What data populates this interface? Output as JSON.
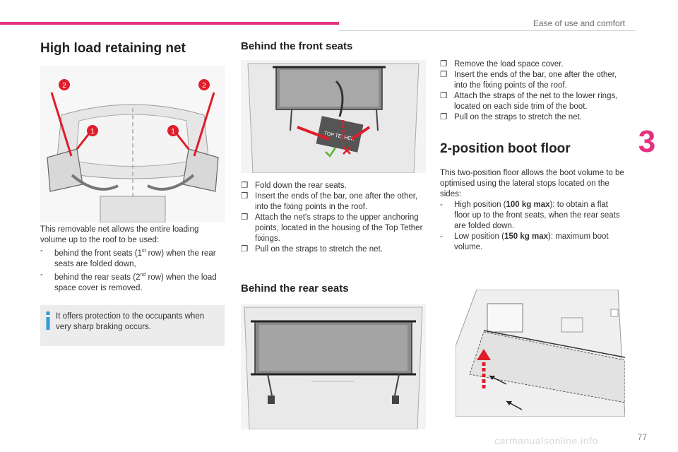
{
  "header": {
    "title": "Ease of use and comfort",
    "chapter": "3",
    "page_number": "77",
    "accent": "#e5317f"
  },
  "left": {
    "title": "High load retaining net",
    "figure_callouts": [
      "2",
      "2",
      "1",
      "1"
    ],
    "intro": "This removable net allows the entire loading volume up to the roof to be used:",
    "items": [
      {
        "before": "behind the front seats (1",
        "sup": "st",
        "after": " row) when the rear seats are folded down,"
      },
      {
        "before": "behind the rear seats (2",
        "sup": "nd",
        "after": " row) when the load space cover is removed."
      }
    ],
    "info": "It offers protection to the occupants when very sharp braking occurs."
  },
  "middle": {
    "title_front": "Behind the front seats",
    "figure_label": "TOP TETHER",
    "bullets": [
      "Fold down the rear seats.",
      "Insert the ends of the bar, one after the other, into the fixing points in the roof.",
      "Attach the net's straps to the upper anchoring points, located in the housing of the Top Tether fixings.",
      "Pull on the straps to stretch the net."
    ],
    "title_rear": "Behind the rear seats"
  },
  "right": {
    "bullets": [
      "Remove the load space cover.",
      "Insert the ends of the bar, one after the other, into the fixing points of the roof.",
      "Attach the straps of the net to the lower rings, located on each side trim of the boot.",
      "Pull on the straps to stretch the net."
    ],
    "title_floor": "2-position boot floor",
    "floor_intro": "This two-position floor allows the boot volume to be optimised using the lateral stops located on the sides:",
    "positions": [
      {
        "before": "High position (",
        "bold": "100 kg max",
        "after": "): to obtain a flat floor up to the front seats, when the rear seats are folded down."
      },
      {
        "before": "Low position (",
        "bold": "150 kg max",
        "after": "): maximum boot volume."
      }
    ]
  },
  "watermark": "carmanualsonline.info"
}
